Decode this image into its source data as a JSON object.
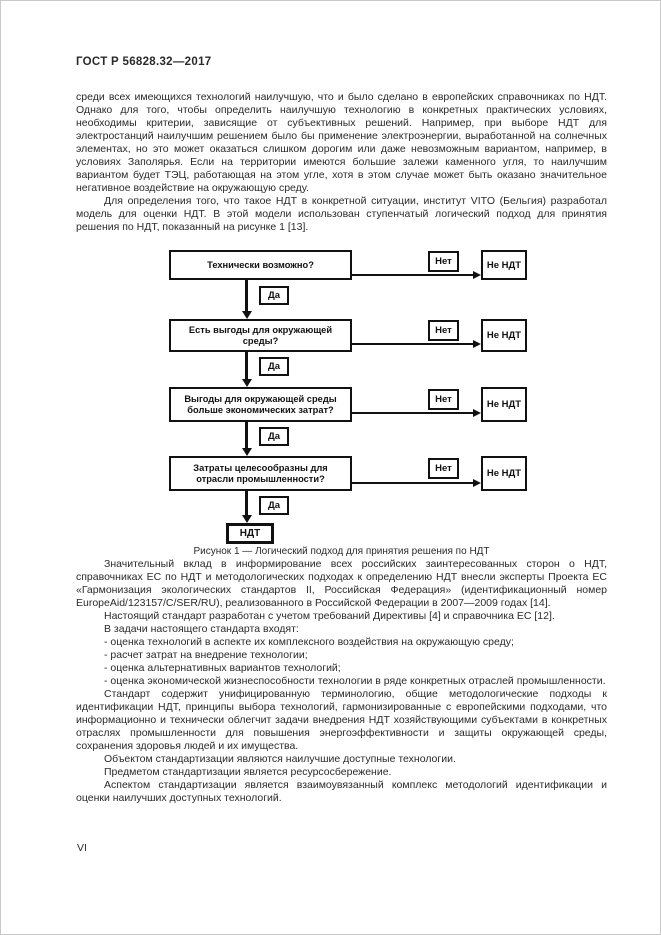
{
  "header": {
    "title": "ГОСТ Р 56828.32—2017"
  },
  "paragraphs": {
    "p1": "среди всех имеющихся технологий наилучшую, что и было сделано в европейских справочниках по НДТ. Однако для того, чтобы определить наилучшую технологию в конкретных практических условиях, необходимы критерии, зависящие от субъективных решений. Например, при выборе НДТ для электростанций наилучшим решением было бы применение электроэнергии, выработанной на солнечных элементах, но это может оказаться слишком дорогим или даже невозможным вариантом, например, в условиях Заполярья. Если на территории имеются большие залежи каменного угля, то наилучшим вариантом будет ТЭЦ, работающая на этом угле, хотя в этом случае может быть оказано значительное негативное воздействие на окружающую среду.",
    "p2": "Для определения того, что такое НДТ в конкретной ситуации, институт VITO (Бельгия) разработал модель для оценки НДТ. В этой модели использован ступенчатый логический подход для принятия решения по НДТ, показанный на рисунке 1 [13].",
    "p3": "Значительный вклад в информирование всех российских заинтересованных сторон о НДТ, справочниках ЕС по НДТ и методологических подходах к определению НДТ внесли эксперты Проекта ЕС «Гармонизация экологических стандартов II, Российская Федерация» (идентификационный номер EuropeAid/123157/C/SER/RU), реализованного в Российской Федерации в 2007—2009 годах [14].",
    "p4": "Настоящий стандарт разработан с учетом требований Директивы [4] и справочника ЕС [12].",
    "p5": "В задачи настоящего стандарта входят:",
    "p6": "Стандарт содержит унифицированную терминологию, общие методологические подходы к идентификации НДТ, принципы выбора технологий, гармонизированные с европейскими подходами, что информационно и технически облегчит задачи внедрения НДТ хозяйствующими субъектами в конкретных отраслях промышленности для повышения энергоэффективности и защиты окружающей среды, сохранения здоровья людей и их имущества.",
    "p7": "Объектом стандартизации являются наилучшие доступные технологии.",
    "p8": "Предметом стандартизации является ресурсосбережение.",
    "p9": "Аспектом стандартизации является взаимоувязанный комплекс методологий идентификации и оценки наилучших доступных технологий."
  },
  "list": {
    "items": [
      "- оценка технологий в аспекте их комплексного воздействия на окружающую среду;",
      "- расчет затрат на внедрение технологии;",
      "- оценка альтернативных вариантов технологий;",
      "- оценка экономической жизнеспособности технологии в ряде конкретных отраслей промышленности."
    ]
  },
  "figure": {
    "caption": "Рисунок 1 — Логический подход для принятия решения по НДТ",
    "yes_label": "Да",
    "no_label": "Нет",
    "reject_label": "Не НДТ",
    "result_label": "НДТ",
    "steps": [
      {
        "question": "Технически возможно?"
      },
      {
        "question": "Есть выгоды для окружающей среды?"
      },
      {
        "question": "Выгоды для окружающей среды больше экономических затрат?"
      },
      {
        "question": "Затраты целесообразны для отрасли промышленности?"
      }
    ]
  },
  "footer": {
    "page_number": "VI"
  }
}
